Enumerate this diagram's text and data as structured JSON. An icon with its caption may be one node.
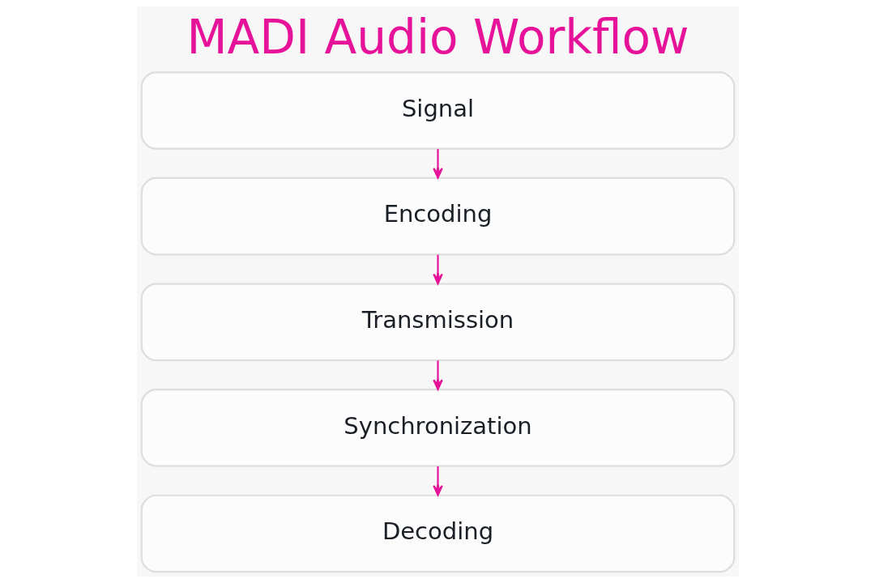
{
  "diagram": {
    "title": "MADI Audio Workflow",
    "nodes": [
      {
        "text": [
          "Signal"
        ]
      },
      {
        "text": [
          "Encoding"
        ]
      },
      {
        "text": [
          "Transmission"
        ]
      },
      {
        "text": [
          "Synchronization"
        ]
      },
      {
        "text": [
          "Decoding"
        ]
      }
    ],
    "edges": [
      {
        "from": 0,
        "to": 1,
        "arrow": "to"
      },
      {
        "from": 1,
        "to": 2,
        "arrow": "to"
      },
      {
        "from": 2,
        "to": 3,
        "arrow": "to"
      },
      {
        "from": 3,
        "to": 4,
        "arrow": "to"
      }
    ]
  }
}
